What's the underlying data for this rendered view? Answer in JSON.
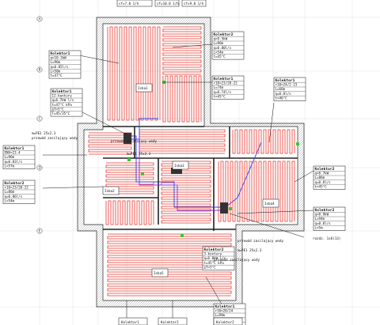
{
  "axes": [
    "A",
    "B",
    "C",
    "D",
    "E"
  ],
  "top_labels": [
    "cf=7.0 1/h",
    "cf=10.0 1/h",
    "cf=9.0 1/h"
  ],
  "rooms": [
    {
      "label": "Isba1"
    },
    {
      "label": "Isba2"
    },
    {
      "label": "Isba3"
    },
    {
      "label": "Isba4"
    },
    {
      "label": "Isba5"
    }
  ],
  "manifolds": [
    {
      "lines": [
        "Kolektor1",
        "q=10.3kW",
        "L=96m",
        "q=0.85l/s",
        "L=50m",
        "t=47°C"
      ]
    },
    {
      "lines": [
        "Kolektor1",
        "12-kontury",
        "q=6.7kW l/s",
        "t=47°C kPa",
        "ΔT=5°C",
        "T=45/35°C"
      ]
    },
    {
      "lines": [
        "Kolektor1",
        "ENV=23.4",
        "L=96m",
        "q=0.83l/s",
        "L=57m"
      ]
    },
    {
      "lines": [
        "Kolektor2",
        "r10=23/20-22",
        "L=86m",
        "q=0.86l/s",
        "L=54m"
      ]
    },
    {
      "lines": [
        "Kolektor2",
        "q=9.5kW",
        "L=96m",
        "q=0.80l/s",
        "L=54m",
        "t=45°C"
      ]
    },
    {
      "lines": [
        "Kolektor1",
        "r10=23/20-22",
        "L=74m",
        "q=0.74l/s",
        "t=45°C"
      ]
    },
    {
      "lines": [
        "Kolektor1",
        "r10=24/2-23",
        "L=66m",
        "q=0.8l/s",
        "t=46°C"
      ]
    },
    {
      "lines": [
        "Kolektor2",
        "q=8.7kW",
        "L=86m",
        "q=0.8l/s",
        "t=45°C"
      ]
    },
    {
      "lines": [
        "Kolektor2",
        "q=8.9kW",
        "L=94m",
        "q=0.8l/s",
        "L=5m"
      ]
    },
    {
      "lines": [
        "Kolektor1",
        "r10=20/24",
        "L=99m",
        "q=0.7l/s",
        "t=45°C"
      ]
    },
    {
      "lines": [
        "Kolektor2",
        "3-kontury",
        "q=6.8kW l/s",
        "t=45°C kPa",
        "ΔT=5°C"
      ]
    }
  ],
  "notes": [
    "m=PE1 25x2.3",
    "przewód zasilający wody",
    "m=PE1 25x2.3",
    "przewód zasilający wody",
    "rozdz. 1x6(13)",
    "m=PE1 25x2.3",
    "przewód zasilający wody",
    "przewód zasilający wody"
  ],
  "bottom_labels": [
    "Kolektor1",
    "Kolektor2",
    "Kolektor2"
  ],
  "colors": {
    "heating_pipe": "#e8372e",
    "walls": "#222222",
    "supply": "#2a3fe0",
    "return": "#8a2be2",
    "valve": "#33cc33",
    "grid": "#d9d9d9"
  }
}
